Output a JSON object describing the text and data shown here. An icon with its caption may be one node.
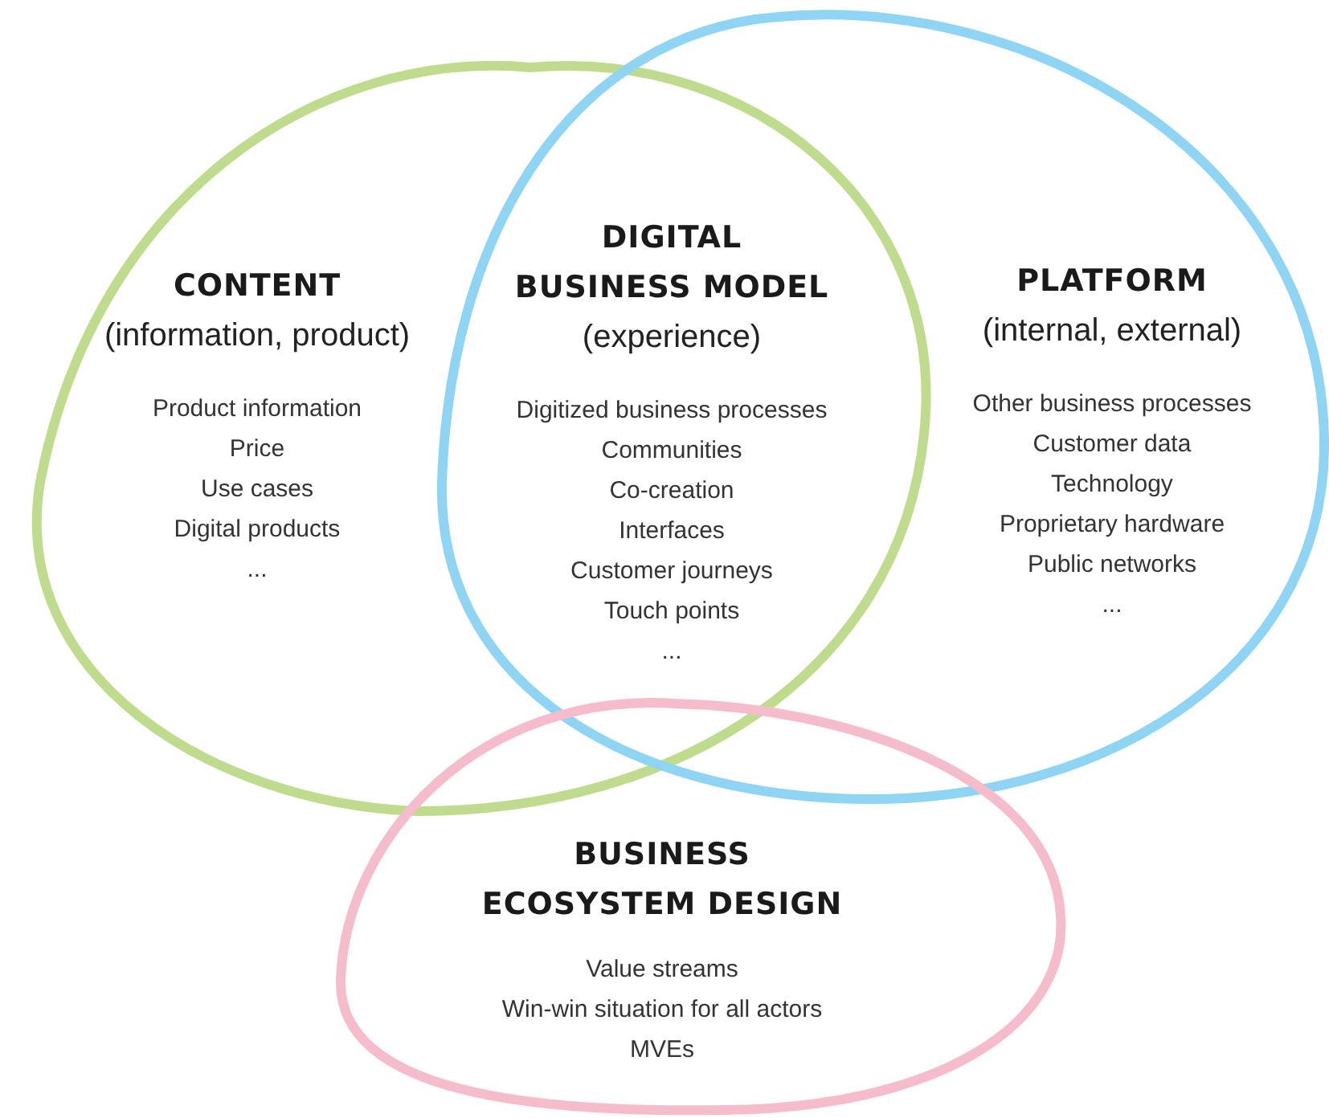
{
  "diagram": {
    "nodes": [
      {
        "text": [
          "CONTENT",
          "(information, product)",
          "Product information",
          "Price",
          "Use cases",
          "Digital products",
          "..."
        ]
      },
      {
        "text": [
          "PLATFORM",
          "(internal, external)",
          "Other business processes",
          "Customer data",
          "Technology",
          "Proprietary hardware",
          "Public networks",
          "..."
        ]
      },
      {
        "text": [
          "DIGITAL BUSINESS MODEL",
          "(experience)",
          "Digitized business processes",
          "Communities",
          "Co-creation",
          "Interfaces",
          "Customer journeys",
          "Touch points",
          "..."
        ]
      },
      {
        "text": [
          "BUSINESS ECOSYSTEM DESIGN",
          "Value streams",
          "Win-win situation for all actors",
          "MVEs"
        ]
      }
    ]
  }
}
